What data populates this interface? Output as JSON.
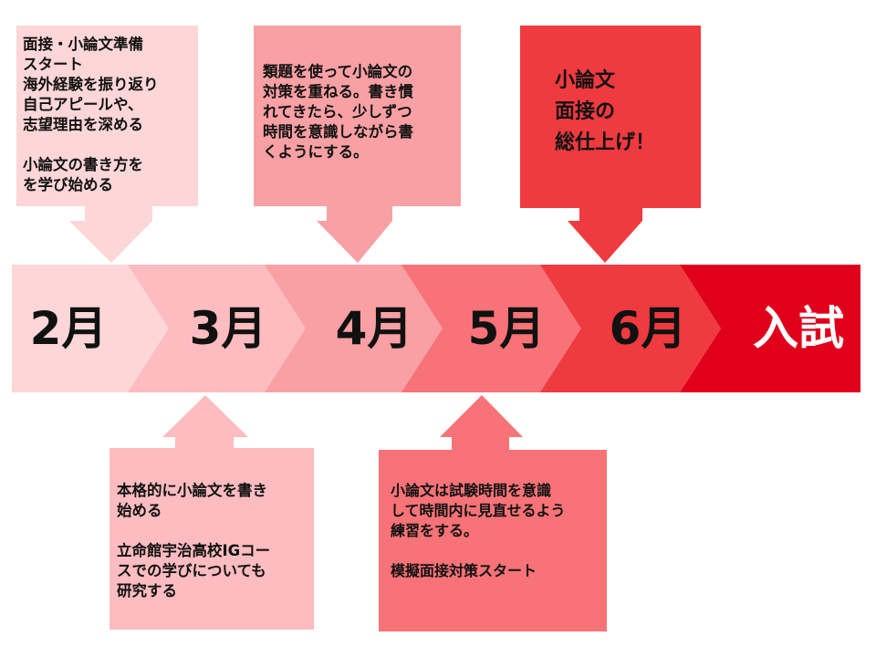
{
  "colors": {
    "feb": "#fdd6d8",
    "mar": "#fcbcc0",
    "apr": "#f9a0a4",
    "may": "#f77377",
    "jun": "#ef3a40",
    "exam": "#e0001b",
    "text": "#111111",
    "exam_text": "#ffffff"
  },
  "timeline": {
    "steps": [
      {
        "label": "2月"
      },
      {
        "label": "3月"
      },
      {
        "label": "4月"
      },
      {
        "label": "5月"
      },
      {
        "label": "6月"
      },
      {
        "label": "入試"
      }
    ]
  },
  "callouts": {
    "feb": "面接・小論文準備\nスタート\n海外経験を振り返り\n自己アピールや、\n志望理由を深める\n\n小論文の書き方を\nを学び始める",
    "mar": "本格的に小論文を書き\n始める\n\n立命館宇治高校IGコー\nスでの学びについても\n研究する",
    "apr": "類題を使って小論文の\n対策を重ねる。書き慣\nれてきたら、少しずつ\n時間を意識しながら書\nくようにする。",
    "may": "小論文は試験時間を意識\nして時間内に見直せるよう\n練習をする。\n\n模擬面接対策スタート",
    "jun": "小論文\n面接の\n総仕上げ！"
  }
}
